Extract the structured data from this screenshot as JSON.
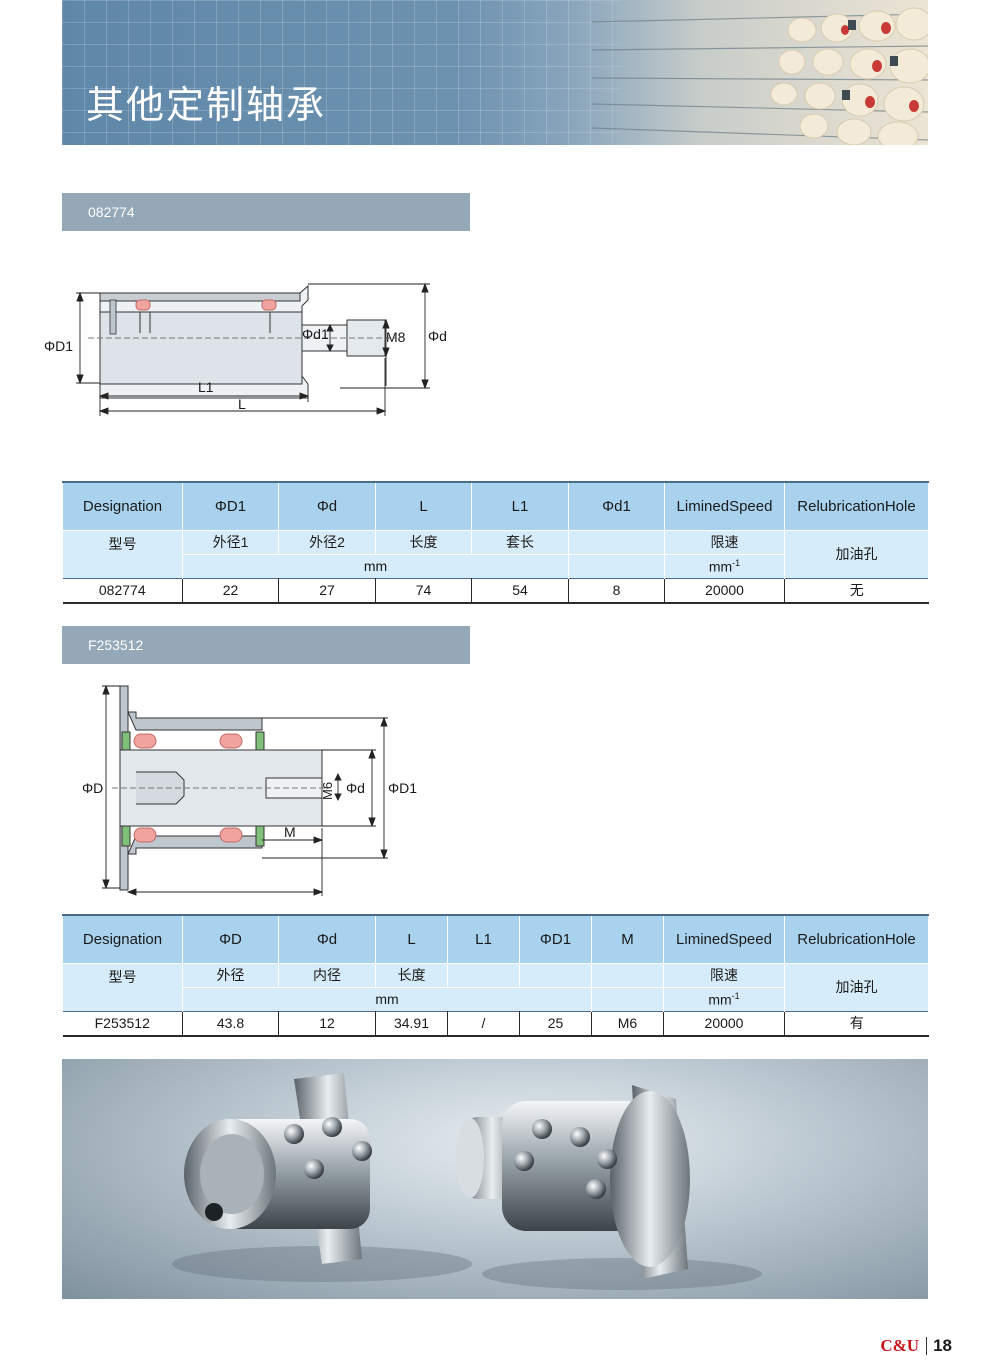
{
  "header": {
    "title": "其他定制轴承"
  },
  "sections": [
    {
      "code": "082774",
      "drawing_labels": {
        "D1": "ΦD1",
        "d1": "Φd1",
        "m": "M8",
        "d": "Φd",
        "l1": "L1",
        "l": "L"
      },
      "table": {
        "head": [
          "Designation",
          "ΦD1",
          "Φd",
          "L",
          "L1",
          "Φd1",
          "LiminedSpeed",
          "RelubricationHole"
        ],
        "sub": [
          "型号",
          "外径1",
          "外径2",
          "长度",
          "套长",
          "",
          "限速",
          "加油孔"
        ],
        "unit_mm": "mm",
        "unit_speed": "mm",
        "unit_speed_sup": "-1",
        "row": [
          "082774",
          "22",
          "27",
          "74",
          "54",
          "8",
          "20000",
          "无"
        ]
      }
    },
    {
      "code": "F253512",
      "drawing_labels": {
        "D": "ΦD",
        "m6": "M6",
        "d": "Φd",
        "D1": "ΦD1",
        "m": "M"
      },
      "table": {
        "head": [
          "Designation",
          "ΦD",
          "Φd",
          "L",
          "L1",
          "ΦD1",
          "M",
          "LiminedSpeed",
          "RelubricationHole"
        ],
        "sub": [
          "型号",
          "外径",
          "内径",
          "长度",
          "",
          "",
          "",
          "限速",
          "加油孔"
        ],
        "unit_mm": "mm",
        "unit_speed": "mm",
        "unit_speed_sup": "-1",
        "row": [
          "F253512",
          "43.8",
          "12",
          "34.91",
          "/",
          "25",
          "M6",
          "20000",
          "有"
        ]
      }
    }
  ],
  "footer": {
    "brand": "C&U",
    "page": "18"
  }
}
